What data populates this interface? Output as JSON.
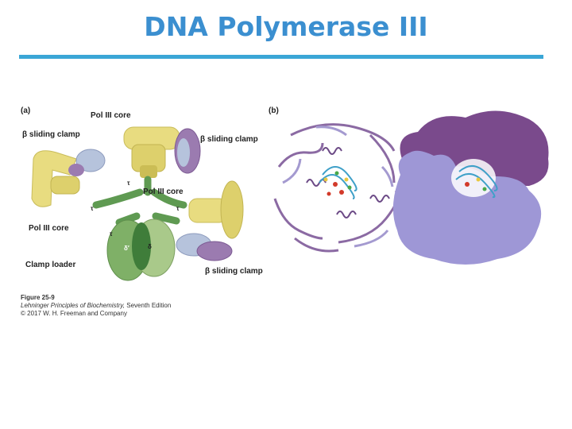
{
  "slide": {
    "title": "DNA Polymerase III"
  },
  "figure": {
    "panel_a": "(a)",
    "panel_b": "(b)",
    "labels": {
      "pol3_core_top": "Pol III core",
      "sliding_clamp_left": "β sliding clamp",
      "sliding_clamp_right_top": "β sliding clamp",
      "pol3_core_middle": "Pol III core",
      "pol3_core_left": "Pol III core",
      "clamp_loader": "Clamp loader",
      "sliding_clamp_bottom": "β sliding clamp",
      "tau_1": "τ",
      "tau_2": "τ",
      "tau_3": "τ",
      "tau_4": "τ",
      "delta_prime": "δ′",
      "delta": "δ"
    }
  },
  "caption": {
    "figure_number": "Figure 25-9",
    "book": "Lehninger Principles of Biochemistry,",
    "edition": " Seventh Edition",
    "copyright": "© 2017 W. H. Freeman and Company"
  },
  "colors": {
    "title": "#3b8fd0",
    "rule": "#3aa6d6",
    "pol_core_yellow": "#e8dc80",
    "clamp_purple": "#9b7bb0",
    "clamp_blue": "#b6c3dc",
    "clamp_loader_green": "#6fa35a",
    "dark_purple_surface": "#7a4a8c",
    "light_purple_surface": "#9e97d6"
  }
}
